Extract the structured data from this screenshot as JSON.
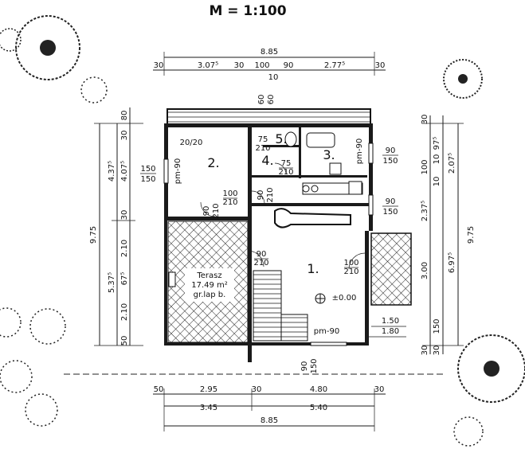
{
  "title": "M = 1:100",
  "rooms": [
    {
      "number": "1."
    },
    {
      "number": "2."
    },
    {
      "number": "3."
    },
    {
      "number": "4."
    },
    {
      "number": "5."
    }
  ],
  "terrace": {
    "line1": "Terasz",
    "line2": "17.49 m²",
    "line3": "gr.lap b."
  },
  "level_mark": "±0.00",
  "stair_label": "pm-90",
  "dimensions": {
    "top_total": "8.85",
    "top_segments": [
      "30",
      "3.07⁵",
      "30",
      "100",
      "90",
      "2.77⁵",
      "30"
    ],
    "top_small": [
      "10"
    ],
    "bottom_segments_1": [
      "50",
      "2.95",
      "30",
      "4.80",
      "30"
    ],
    "bottom_segments_2": [
      "3.45",
      "5.40"
    ],
    "bottom_total": "8.85",
    "left_total": "9.75",
    "left_segments": [
      "4.37⁵",
      "5.37⁵"
    ],
    "left_inner": [
      "30",
      "4.07⁵",
      "30",
      "2.10",
      "67⁵",
      "2.10",
      "50"
    ],
    "left_top": "80",
    "right_total": "9.75",
    "right_segments": [
      "2.07⁵",
      "2.37⁵",
      "6.97⁵",
      "3.00"
    ],
    "right_inner": [
      "30",
      "97⁵",
      "10",
      "100",
      "10",
      "1.50",
      "30"
    ],
    "right_small": [
      "150",
      "30"
    ]
  },
  "openings": [
    {
      "w": "150",
      "h": "150"
    },
    {
      "w": "90",
      "h": "150"
    },
    {
      "w": "90",
      "h": "150"
    },
    {
      "w": "20/20"
    },
    {
      "w": "pm-90"
    },
    {
      "w": "pm-90"
    },
    {
      "w": "100",
      "h": "210"
    },
    {
      "w": "90",
      "h": "210"
    },
    {
      "w": "75",
      "h": "210"
    },
    {
      "w": "75",
      "h": "210"
    },
    {
      "w": "90",
      "h": "210"
    },
    {
      "w": "100",
      "h": "210"
    },
    {
      "w": "90",
      "h": "210"
    },
    {
      "w": "1.50"
    },
    {
      "w": "1.80"
    },
    {
      "w": "60",
      "h": "60"
    },
    {
      "w": "90",
      "h": "150"
    }
  ]
}
